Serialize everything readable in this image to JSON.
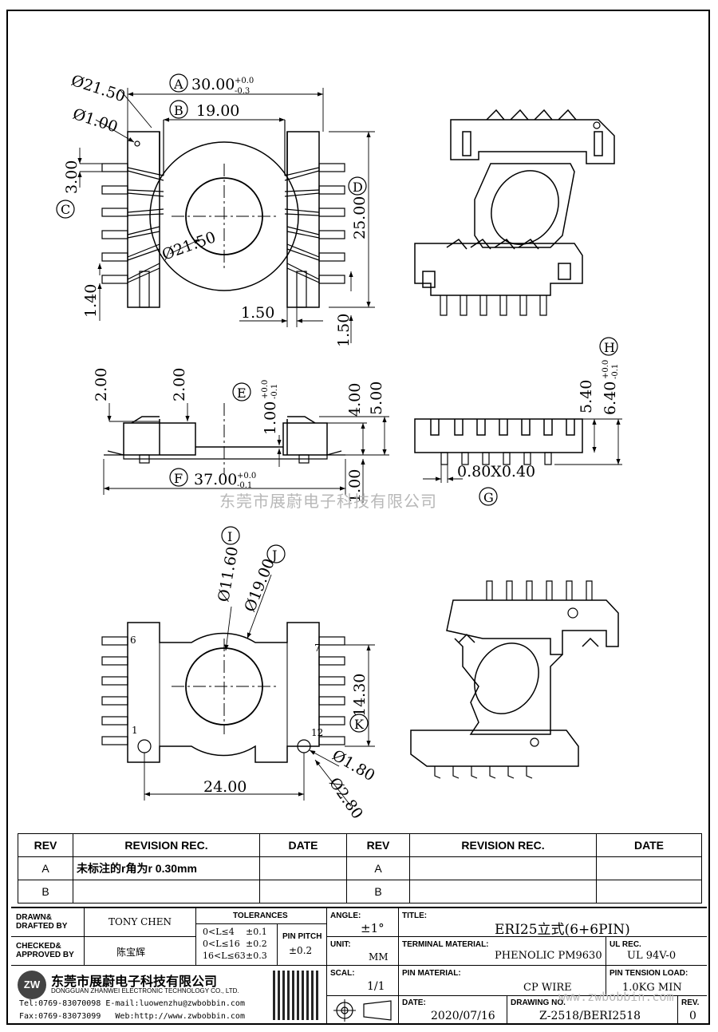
{
  "dims": {
    "d21_50_top": "Ø21.50",
    "d1_00": "Ø1.00",
    "A_label": "A",
    "A_value": "30.00",
    "A_tol_plus": "+0.0",
    "A_tol_minus": "-0.3",
    "B_label": "B",
    "B_value": "19.00",
    "C_label": "C",
    "C_value": "3.00",
    "D_label": "D",
    "D_value": "25.00",
    "d21_50_mid": "Ø21.50",
    "v1_40": "1.40",
    "v1_50_h": "1.50",
    "v1_50_v": "1.50",
    "v2_00_a": "2.00",
    "v2_00_b": "2.00",
    "E_label": "E",
    "E_value": "1.00",
    "E_tol_plus": "+0.0",
    "E_tol_minus": "-0.1",
    "v4_00": "4.00",
    "v5_00": "5.00",
    "F_label": "F",
    "F_value": "37.00",
    "F_tol_plus": "+0.0",
    "F_tol_minus": "-0.1",
    "v1_00": "1.00",
    "H_label": "H",
    "v5_40": "5.40",
    "H_value": "6.40",
    "H_tol_plus": "+0.0",
    "H_tol_minus": "-0.1",
    "G_label": "G",
    "G_value": "0.80X0.40",
    "I_label": "I",
    "I_value": "Ø11.60",
    "J_label": "J",
    "J_value": "Ø19.00",
    "pin6": "6",
    "pin7": "7",
    "pin1": "1",
    "pin12": "12",
    "K_label": "K",
    "K_value": "14.30",
    "v24_00": "24.00",
    "d1_80": "Ø1.80",
    "d2_80": "Ø2.80"
  },
  "watermark": "东莞市展蔚电子科技有限公司",
  "watermark_url": "www.zwbobbin.com",
  "revision_table": {
    "headers": [
      "REV",
      "REVISION REC.",
      "DATE",
      "REV",
      "REVISION REC.",
      "DATE"
    ],
    "rows": [
      {
        "rev": "A",
        "rec": "未标注的r角为r 0.30mm",
        "date": "",
        "rev2": "A",
        "rec2": "",
        "date2": ""
      },
      {
        "rev": "B",
        "rec": "",
        "date": "",
        "rev2": "B",
        "rec2": "",
        "date2": ""
      }
    ]
  },
  "title_block": {
    "drawn_label": "DRAWN&\nDRAFTED BY",
    "drawn_value": "TONY CHEN",
    "checked_label": "CHECKED&\nAPPROVED BY",
    "checked_value": "陈宝辉",
    "tolerances_label": "TOLERANCES",
    "tol_rows": [
      {
        "range": "0<L≤4",
        "tol": "±0.1"
      },
      {
        "range": "0<L≤16",
        "tol": "±0.2"
      },
      {
        "range": "16<L≤63",
        "tol": "±0.3"
      }
    ],
    "pin_pitch_label": "PIN PITCH",
    "pin_pitch_value": "±0.2",
    "angle_label": "ANGLE:",
    "angle_value": "±1°",
    "unit_label": "UNIT:",
    "unit_value": "MM",
    "scal_label": "SCAL:",
    "scal_value": "1/1",
    "title_label": "TITLE:",
    "title_value": "ERI25立式(6+6PIN)",
    "terminal_label": "TERMINAL MATERIAL:",
    "terminal_value": "PHENOLIC PM9630",
    "ul_label": "UL REC.",
    "ul_value": "UL 94V-0",
    "pin_material_label": "PIN MATERIAL:",
    "pin_material_value": "CP WIRE",
    "pin_tension_label": "PIN TENSION LOAD:",
    "pin_tension_value": "1.0KG MIN",
    "date_label": "DATE:",
    "date_value": "2020/07/16",
    "drawing_label": "DRAWING NO.",
    "drawing_value": "Z-2518/BERI2518",
    "rev_label": "REV.",
    "rev_value": "0",
    "company_cn": "东莞市展蔚电子科技有限公司",
    "company_en": "DONGGUAN ZHANWEI ELECTRONIC TECHNOLOGY CO., LTD.",
    "tel": "Tel:0769-83070098 E-mail:luowenzhu@zwbobbin.com",
    "fax": "Fax:0769-83073099   Web:http://www.zwbobbin.com",
    "logo_text": "ZW"
  }
}
